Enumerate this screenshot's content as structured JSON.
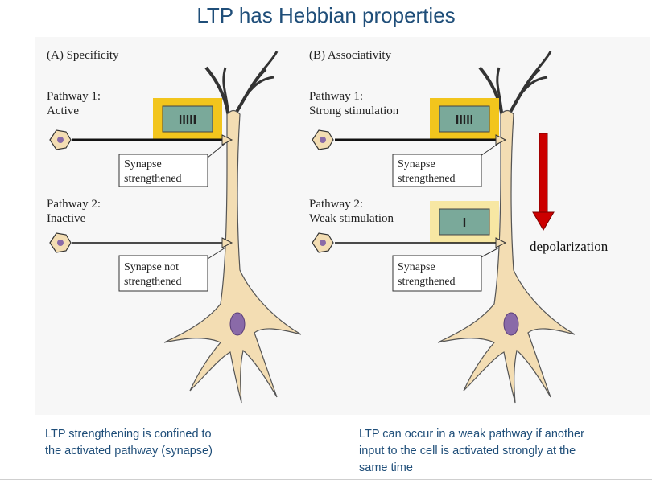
{
  "title": "LTP has Hebbian properties",
  "panel_a": {
    "heading": "(A) Specificity",
    "pathway1": {
      "line1": "Pathway 1:",
      "line2": "Active",
      "ticks": "IIIII"
    },
    "pathway2": {
      "line1": "Pathway 2:",
      "line2": "Inactive"
    },
    "synapse1": {
      "line1": "Synapse",
      "line2": "strengthened"
    },
    "synapse2": {
      "line1": "Synapse not",
      "line2": "strengthened"
    }
  },
  "panel_b": {
    "heading": "(B) Associativity",
    "pathway1": {
      "line1": "Pathway 1:",
      "line2": "Strong stimulation",
      "ticks": "IIIII"
    },
    "pathway2": {
      "line1": "Pathway 2:",
      "line2": "Weak stimulation",
      "ticks": "I"
    },
    "synapse1": {
      "line1": "Synapse",
      "line2": "strengthened"
    },
    "synapse2": {
      "line1": "Synapse",
      "line2": "strengthened"
    },
    "arrow_label": "depolarization"
  },
  "captions": {
    "left": [
      "LTP strengthening is confined to",
      "the activated pathway (synapse)"
    ],
    "right": [
      "LTP can occur in a weak pathway if another",
      "input to the cell is activated strongly at the",
      "same time"
    ]
  },
  "colors": {
    "title": "#1f4e79",
    "neuron_fill": "#f3ddb3",
    "nucleus": "#8a6aa8",
    "highlight_strong": "#f2c51d",
    "highlight_weak": "#f7e7a3",
    "stim_box": "#7aa99a",
    "arrow": "#cc0000"
  }
}
